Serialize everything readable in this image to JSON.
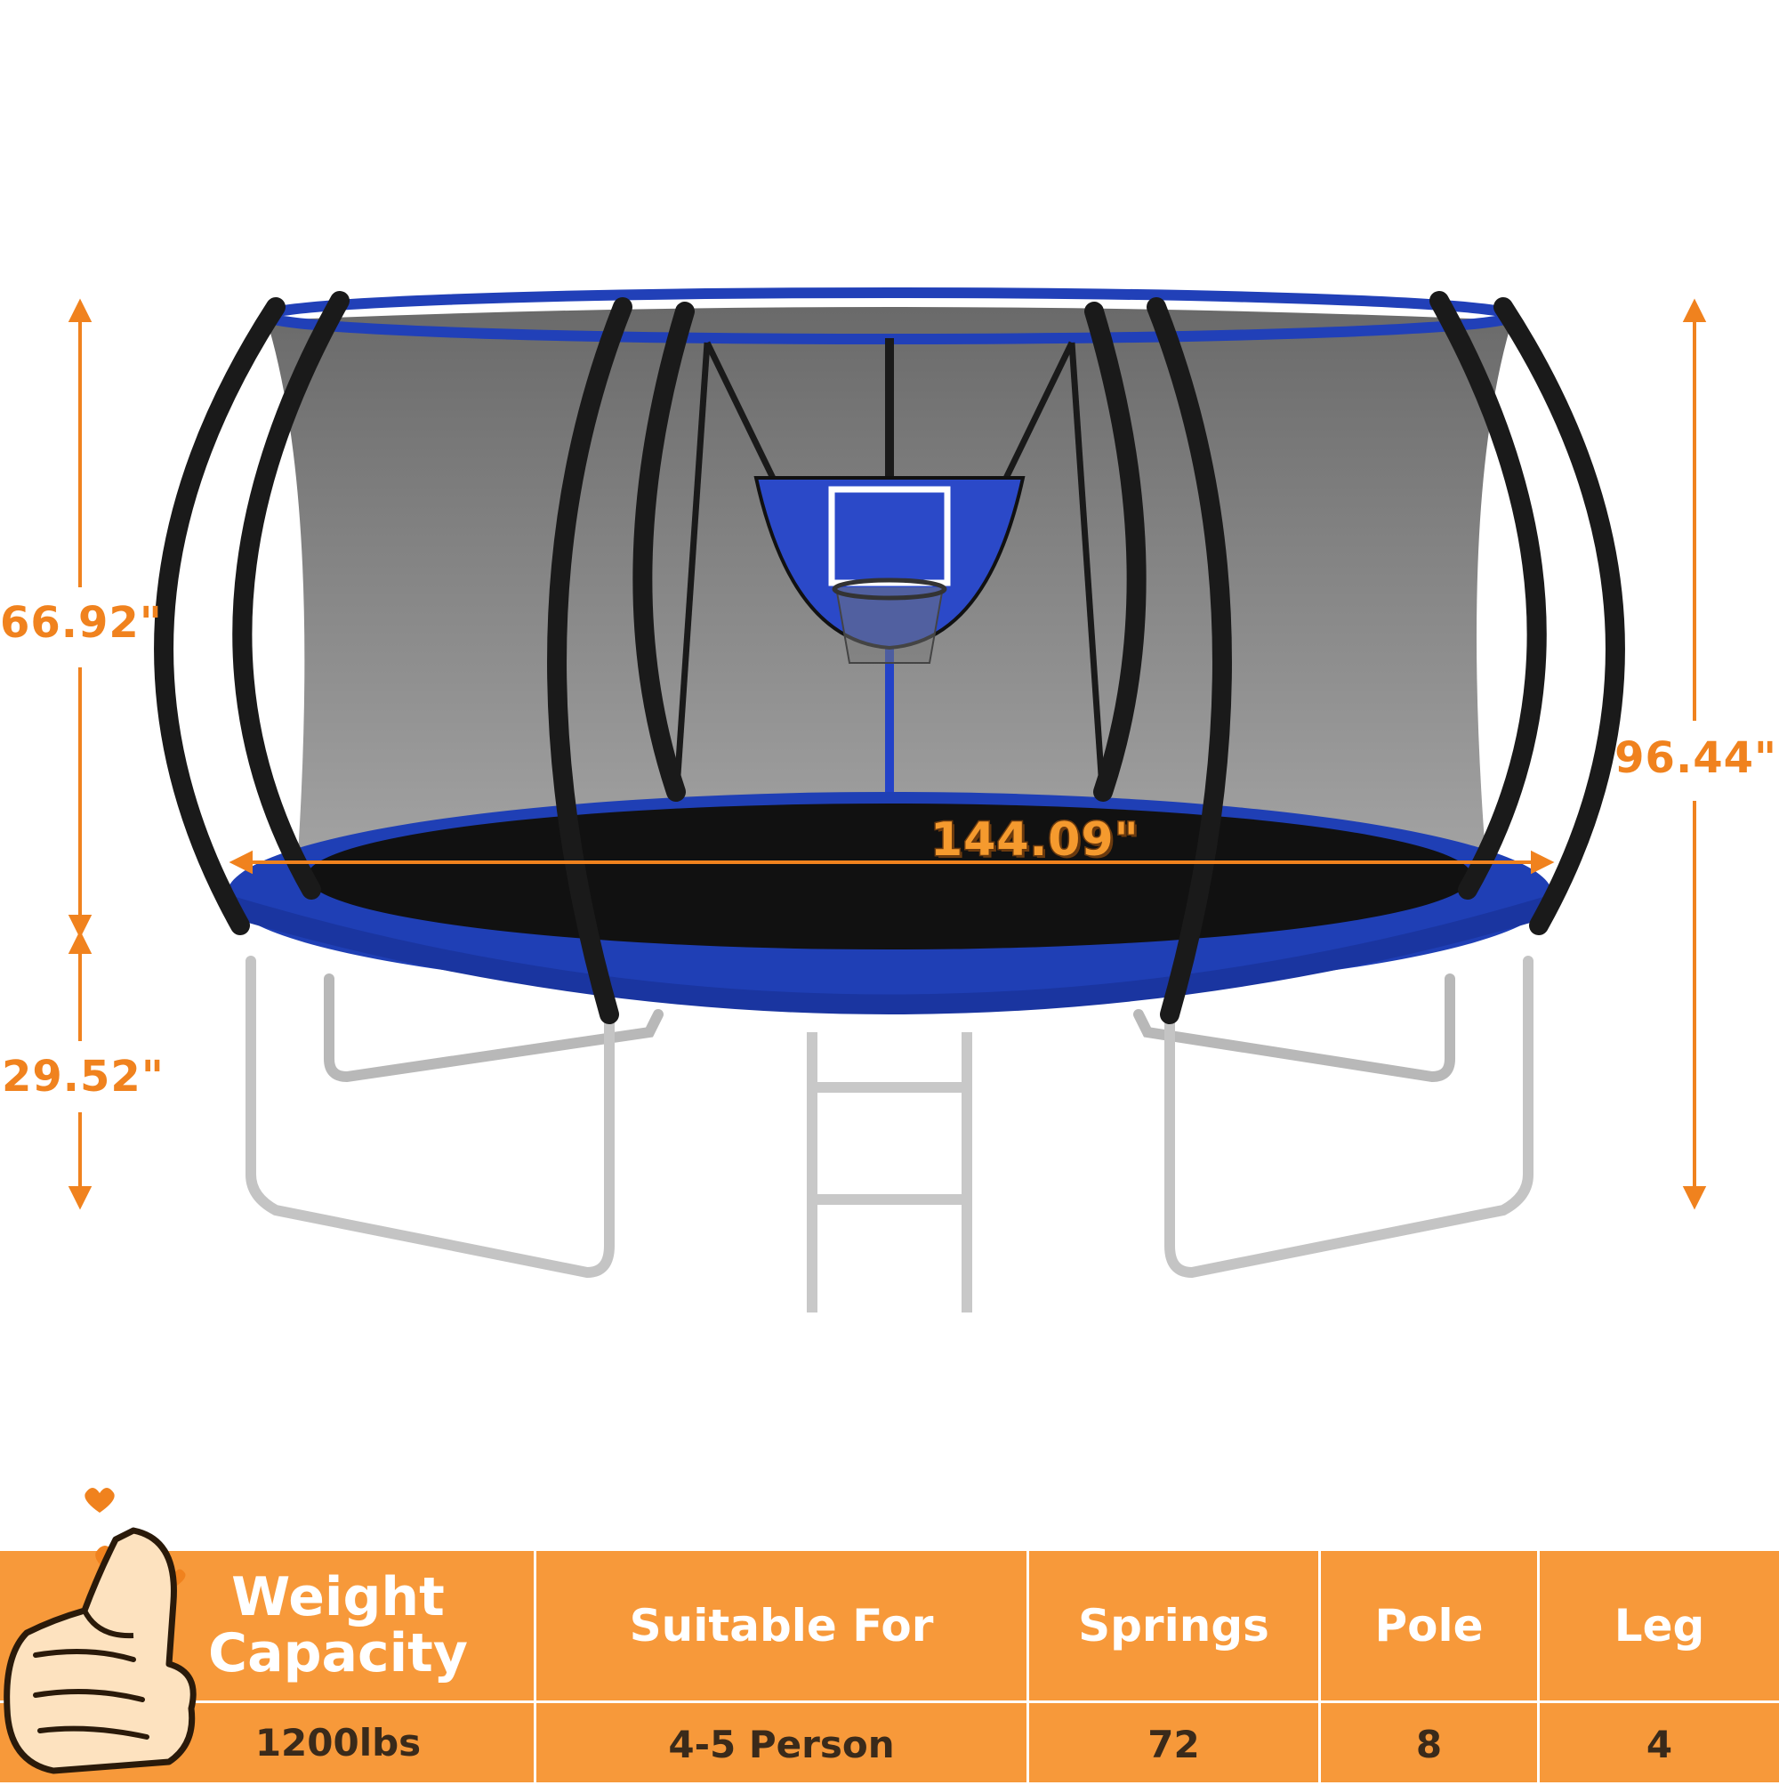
{
  "dimensions": {
    "net_height": "66.92\"",
    "leg_height": "29.52\"",
    "total_height": "96.44\"",
    "diameter": "144.09\""
  },
  "specs": {
    "columns": [
      {
        "header": "Weight Capacity",
        "value": "1200lbs"
      },
      {
        "header": "Suitable For",
        "value": "4-5 Person"
      },
      {
        "header": "Springs",
        "value": "72"
      },
      {
        "header": "Pole",
        "value": "8"
      },
      {
        "header": "Leg",
        "value": "4"
      }
    ]
  },
  "colors": {
    "accent_orange": "#f0821e",
    "table_orange": "#f7993a",
    "frame_blue": "#1f3fb5",
    "net_gray": "#8a8a8a"
  },
  "icons": {
    "thumbs_up": "thumbs-up-icon",
    "heart": "heart-icon"
  }
}
